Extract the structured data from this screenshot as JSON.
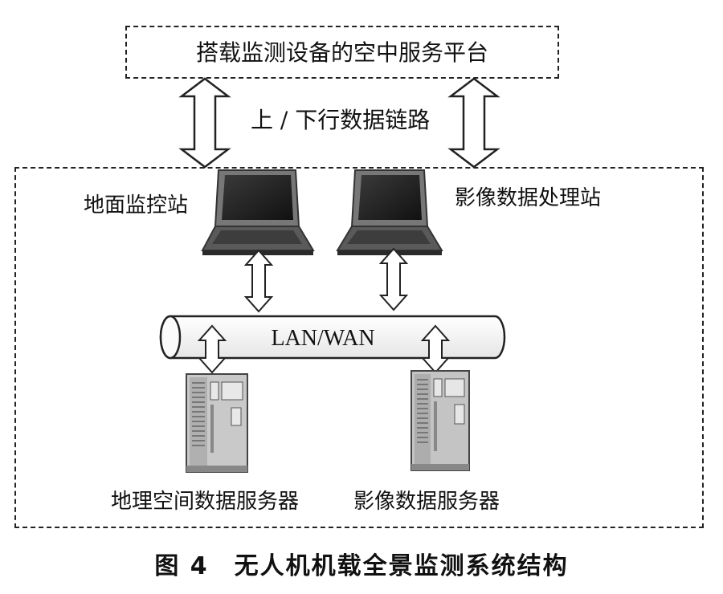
{
  "diagram": {
    "aerial_platform_label": "搭载监测设备的空中服务平台",
    "link_label": "上 / 下行数据链路",
    "ground_station_label": "地面监控站",
    "image_station_label": "影像数据处理站",
    "network_label": "LAN/WAN",
    "geo_server_label": "地理空间数据服务器",
    "image_server_label": "影像数据服务器"
  },
  "caption": "图 4　无人机机载全景监测系统结构"
}
